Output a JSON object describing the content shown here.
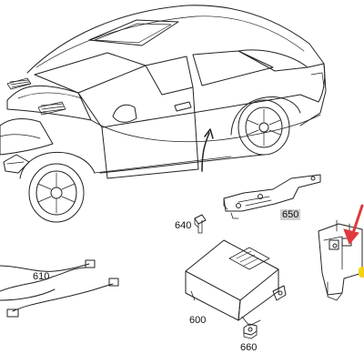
{
  "diagram": {
    "part_labels": {
      "p610": "610",
      "p640": "640",
      "p650": "650",
      "p600": "600",
      "p660": "660"
    },
    "colors": {
      "line": "#222222",
      "arrow_red": "#e0393b",
      "callout_yellow": "#f2d21b",
      "label_highlight": "#cfcfcf"
    },
    "icons": {
      "vehicle": "car-coupe-outline",
      "bracket": "mounting-bracket",
      "control_unit": "control-unit-box",
      "wiring": "wiring-harness",
      "fasteners": "bolt-nut"
    }
  }
}
